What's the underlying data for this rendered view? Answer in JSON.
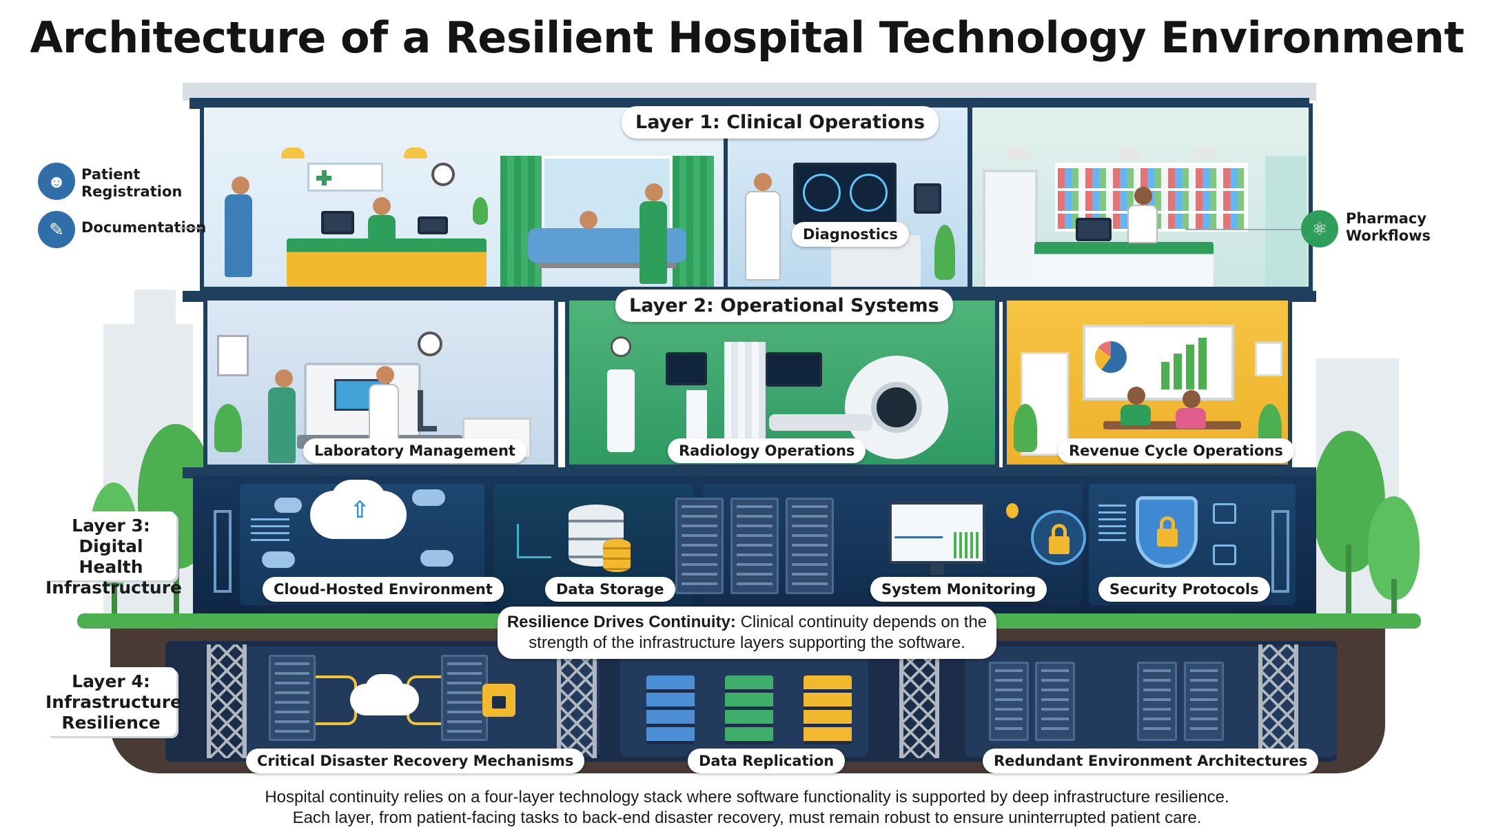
{
  "title": "Architecture of a Resilient Hospital Technology Environment",
  "layer1": {
    "label": "Layer 1: Clinical Operations",
    "diagnostics": "Diagnostics",
    "left_items": [
      {
        "label_line1": "Patient",
        "label_line2": "Registration",
        "icon": "user-icon"
      },
      {
        "label_line1": "Documentation",
        "label_line2": "",
        "icon": "clipboard-icon"
      }
    ],
    "right_item": {
      "label_line1": "Pharmacy",
      "label_line2": "Workflows",
      "icon": "medicine-bottle-icon"
    }
  },
  "layer2": {
    "label": "Layer 2: Operational Systems",
    "rooms": [
      "Laboratory Management",
      "Radiology Operations",
      "Revenue Cycle Operations"
    ]
  },
  "layer3": {
    "label_lines": [
      "Layer 3:",
      "Digital Health",
      "Infrastructure"
    ],
    "items": [
      "Cloud-Hosted Environment",
      "Data Storage",
      "System Monitoring",
      "Security Protocols"
    ]
  },
  "callout": {
    "bold": "Resilience Drives Continuity:",
    "text_line1": " Clinical continuity depends on the",
    "text_line2": "strength of the infrastructure layers supporting the software."
  },
  "layer4": {
    "label_lines": [
      "Layer 4:",
      "Infrastructure",
      "Resilience"
    ],
    "items": [
      "Critical Disaster Recovery Mechanisms",
      "Data Replication",
      "Redundant Environment Architectures"
    ]
  },
  "caption": {
    "line1": "Hospital continuity relies on a four-layer technology stack where software functionality is supported by deep infrastructure resilience.",
    "line2": "Each layer, from patient-facing tasks to back-end disaster recovery, must remain robust to ensure uninterrupted patient care."
  },
  "colors": {
    "frame": "#1f3f5e",
    "accent_blue": "#2f6ea8",
    "accent_green": "#2e9e5b",
    "accent_yellow": "#f2b92e",
    "ground": "#4caf50"
  }
}
